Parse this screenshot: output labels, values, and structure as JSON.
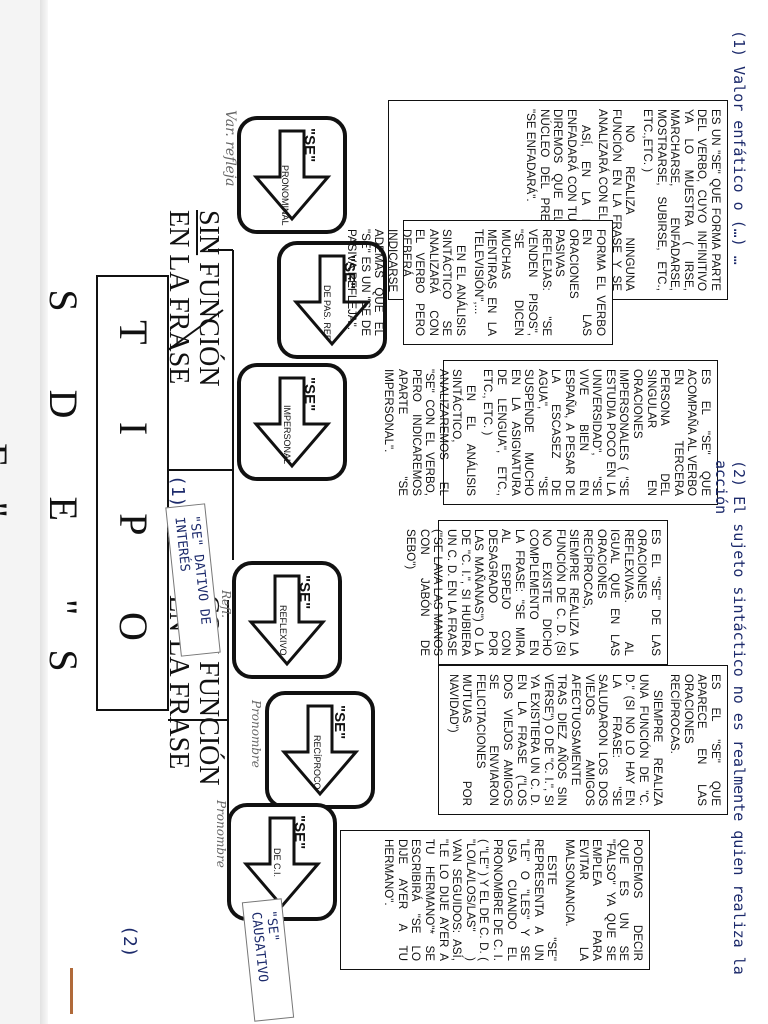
{
  "diagram": {
    "title": "T I P O S D E \"S E\"",
    "groups": {
      "sin": {
        "underlined": "SIN",
        "rest": " FUNCIÓN",
        "line2": "EN LA FRASE"
      },
      "con": {
        "underlined": "CON",
        "rest": " FUNCIÓN",
        "line2": "EN LA FRASE"
      }
    },
    "arrows": [
      {
        "label": "\"SE\"",
        "sub": "PRONOMINAL",
        "pencil": "Var. refleja"
      },
      {
        "label": "\"SE\"",
        "sub": "DE PAS. REF"
      },
      {
        "label": "\"SE\"",
        "sub": "IMPERSONAL"
      },
      {
        "label": "\"SE\"",
        "sub": "REFLEXIVO",
        "pencil": "Refl."
      },
      {
        "label": "\"SE\"",
        "sub": "RECÍPROCO",
        "pencil": "Pronombre"
      },
      {
        "label": "\"SE\"",
        "sub": "DE C.I.",
        "pencil": "Pronombre"
      }
    ],
    "boxes": {
      "pronominal": [
        "ES UN \"SE\" QUE FORMA PARTE DEL VERBO, CUYO INFINITIVO YA LO MUESTRA ( IRSE, MARCHARSE, ENFADARSE, MOSTRARSE, SUBIRSE, ETC., ETC.,ETC. )",
        "NO REALIZA NINGUNA FUNCIÓN EN LA FRASE Y SE ANALIZARÁ CON EL VERBO.",
        "ASÍ, EN LA FRASE \"SE ENFADARÁ CON TUS BROMAS\", DIREMOS QUE EL VERBO Y NÚCLEO DEL PREDICADO ES \"SE ENFADARÁ\"."
      ],
      "pasiva_refleja": [
        "FORMA EL VERBO EN LAS ORACIONES PASIVAS REFLEJAS: \"SE VENDEN PISOS\", \"SE DICEN MUCHAS MENTIRAS EN LA TELEVISIÓN\",...",
        "EN EL ANÁLISIS SINTÁCTICO SE ANALIZARÁ CON EL VERBO PERO DEBERÁ INDICARSE ADEMÁS QUE EL \"SE\" ES UN \"SE DE PASIVA REFLEJA\"."
      ],
      "impersonal": [
        "ES EL \"SE\" QUE ACOMPAÑA AL VERBO EN TERCERA PERSONA DEL SINGULAR EN ORACIONES IMPERSONALES ( \"SE ESTUDIA POCO EN LA UNIVERSIDAD\", \"SE VIVE BIEN EN ESPAÑA, A PESAR DE LA ESCASEZ DE AGUA\", \"SE SUSPENDE MUCHO EN LA ASIGNATURA DE LENGUA\", ETC., ETC., ETC. )",
        "EN EL ANÁLISIS SINTÁCTICO, ANALIZAREMOS EL \"SE\" CON EL VERBO, PERO INDICAREMOS APARTE \"SE IMPERSONAL\"."
      ],
      "reflexivo": [
        "ES EL \"SE\" DE LAS ORACIONES REFLEXIVAS. AL IGUAL QUE EN LAS ORACIONES RECÍPROCAS, SIEMPRE REALIZA LA FUNCIÓN DE C. D. (SI NO EXISTE DICHO COMPLEMENTO EN LA FRASE: \"SE MIRA AL ESPEJO CON DESAGRADO POR LAS MAÑANAS\") O LA DE \"C. I.\", SI HUBIERA UN C. D. EN LA FRASE (\"SE LAVA LAS MANOS CON JABÓN DE SEBO\")"
      ],
      "reciproco": [
        "ES EL \"SE\" QUE APARECE EN LAS ORACIONES RECÍPROCAS.",
        "SIEMPRE REALIZA UNA FUNCIÓN DE \"C. D.\" (SI NO LO HAY EN LA FRASE: \"SE SALUDARON LOS DOS VIEJOS AMIGOS AFECTUOSAMENTE TRAS DIEZ AÑOS SIN VERSE\") O DE \"C. I.\", SI YA EXISTIERA UN C. D. EN LA FRASE (\"LOS DOS VIEJOS AMIGOS SE ENVIARON FELICITACIONES MUTUAS POR NAVIDAD\")"
      ],
      "ci": [
        "PODEMOS DECIR QUE ES UN SE \"FALSO\" YA QUE SE EMPLEA PARA EVITAR LA MALSONANCIA.",
        "ESTE \"SE\" REPRESENTA A UN \"LE\" O \"LES\" Y SE USA CUANDO EL PRONOMBRE DE C. I. ( \"LE\" ) Y EL DE C. D. ( \"LO/LA/LOS/LAS\" ) VAN SEGUIDOS: ASÍ, \"LE LO DIJE AYER A TU HERMANO\"* SE ESCRIBIRÁ \"SE LO DIJE AYER A TU HERMANO\"."
      ]
    },
    "annotations": {
      "dativo_num": "(1)",
      "dativo": "\"SE\" DATIVO DE INTERÉS",
      "causativo_num": "(2)",
      "causativo": "\"SE\" CAUSATIVO",
      "bottom_note_1": "(1) Valor enfático o (…) …",
      "bottom_note_2": "(2) El sujeto sintáctico no es realmente quien realiza la acción"
    }
  }
}
